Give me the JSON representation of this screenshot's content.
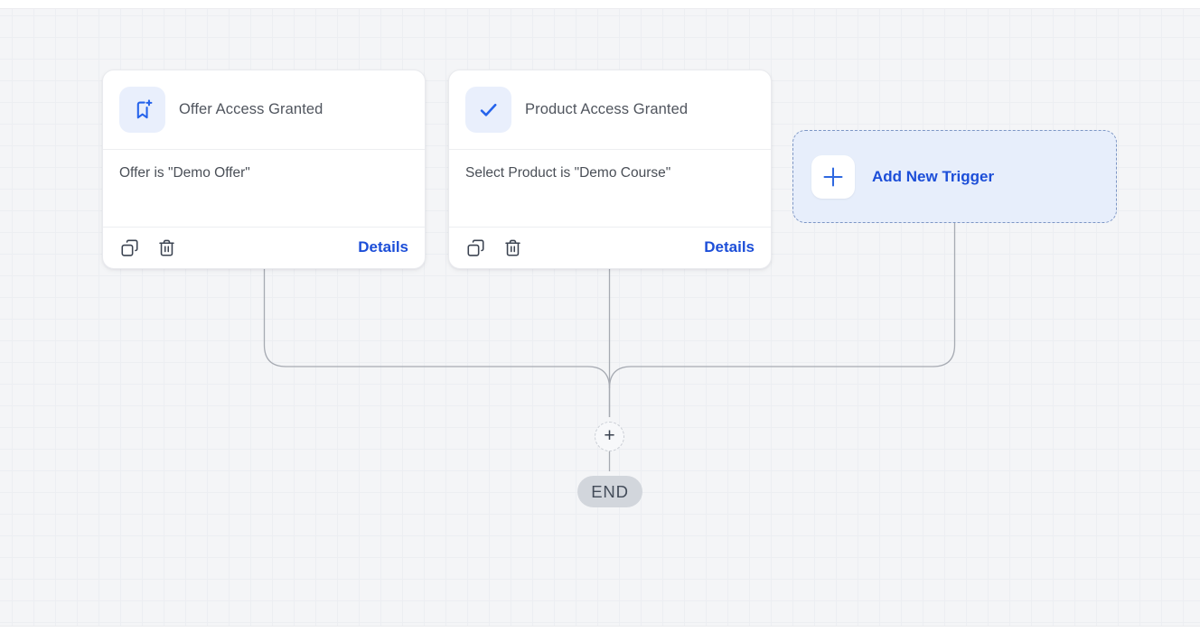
{
  "canvas": {
    "background_color": "#f4f5f7",
    "grid_color": "#eceef2"
  },
  "colors": {
    "accent_blue": "#2563eb",
    "link_blue": "#1c4ed8",
    "icon_box_bg": "#e9effc",
    "connector_gray": "#a6aab2",
    "end_badge_bg": "#d2d6dc"
  },
  "triggers": [
    {
      "title": "Offer Access Granted",
      "icon": "bookmark-plus-icon",
      "condition": "Offer is \"Demo Offer\"",
      "details_label": "Details"
    },
    {
      "title": "Product Access Granted",
      "icon": "check-icon",
      "condition": "Select Product is \"Demo Course\"",
      "details_label": "Details"
    }
  ],
  "add_trigger": {
    "label": "Add New Trigger",
    "plus_glyph": "+"
  },
  "flow": {
    "insert_node_glyph": "+",
    "end_label": "END"
  }
}
